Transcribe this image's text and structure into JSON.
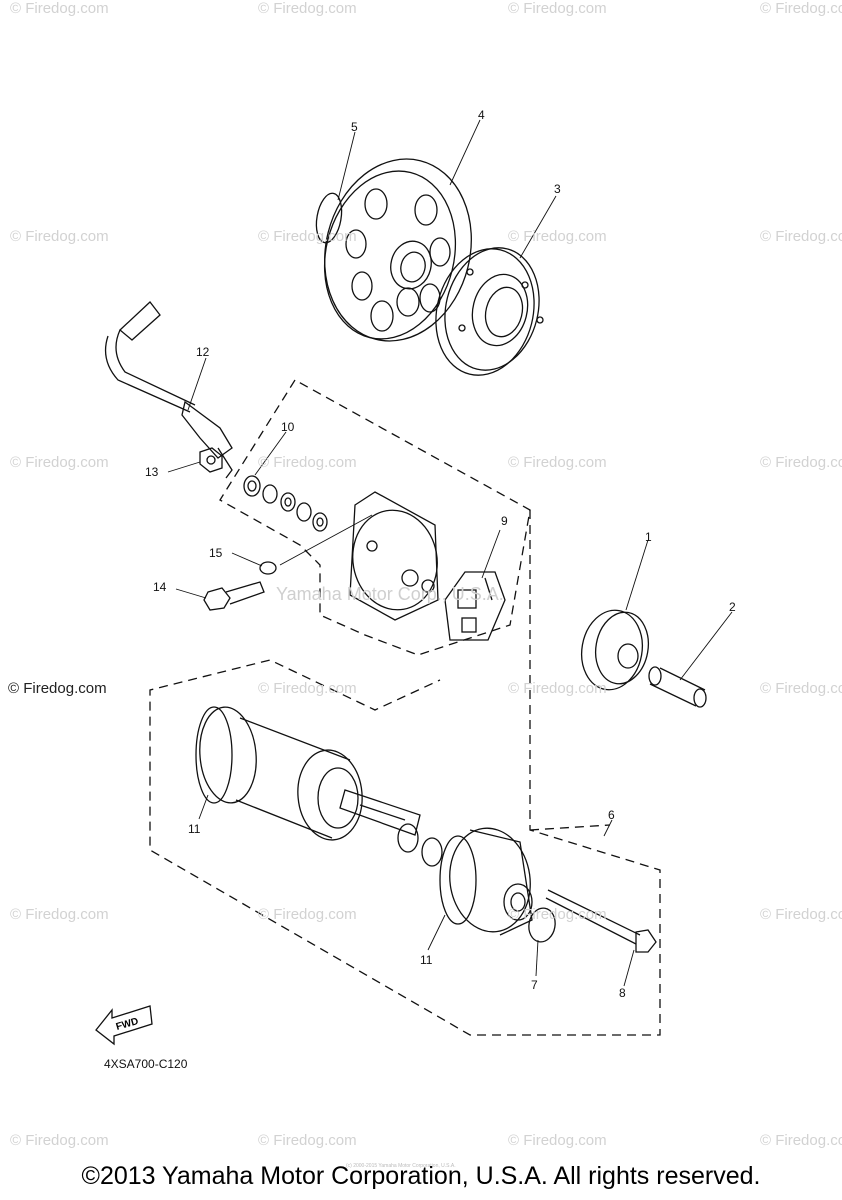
{
  "watermark": "© Firedog.com",
  "center_watermark": "Yamaha Motor Corp., U.S.A.",
  "callouts": [
    "1",
    "2",
    "3",
    "4",
    "5",
    "6",
    "7",
    "8",
    "9",
    "10",
    "11",
    "11",
    "12",
    "13",
    "14",
    "15"
  ],
  "fwd_label": "FWD",
  "diagram_code": "4XSA700-C120",
  "small_note": "(c) 2000-2015 Yamaha Motor Corporation, U.S.A.",
  "copyright": "©2013 Yamaha Motor Corporation, U.S.A. All rights reserved.",
  "colors": {
    "line": "#111111",
    "watermark": "#d2d2d2",
    "background": "#ffffff"
  }
}
